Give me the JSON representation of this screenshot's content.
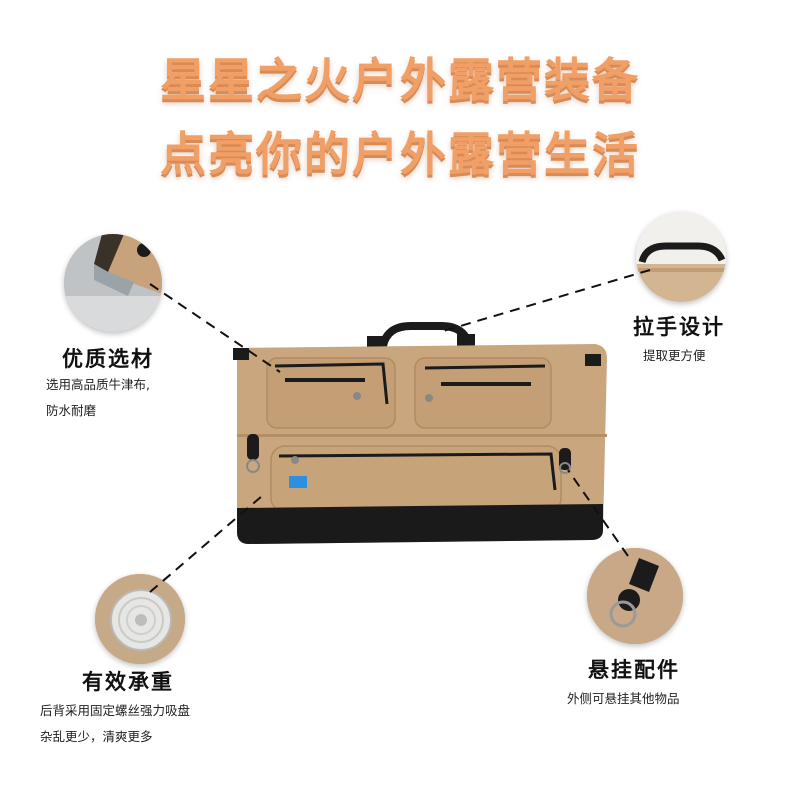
{
  "headline": {
    "line1": "星星之火户外露营装备",
    "line2": "点亮你的户外露营生活"
  },
  "features": {
    "material": {
      "title": "优质选材",
      "desc1": "选用高品质牛津布,",
      "desc2": "防水耐磨"
    },
    "handle": {
      "title": "拉手设计",
      "desc1": "提取更方便"
    },
    "weight": {
      "title": "有效承重",
      "desc1": "后背采用固定螺丝强力吸盘",
      "desc2": "杂乱更少，清爽更多"
    },
    "hook": {
      "title": "悬挂配件",
      "desc1": "外侧可悬挂其他物品"
    }
  },
  "colors": {
    "headline": "#f0a066",
    "bag": "#c9a67e",
    "trim": "#1a1a1a",
    "badge": "#2e8fe0"
  }
}
